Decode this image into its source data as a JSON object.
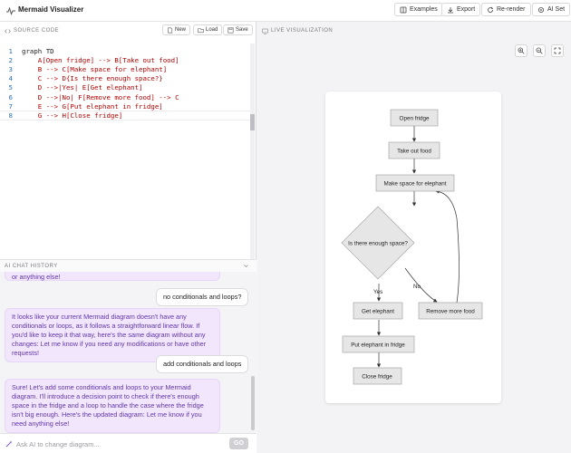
{
  "header": {
    "title": "Mermaid Visualizer",
    "buttons": {
      "examples": "Examples",
      "export": "Export",
      "rerender": "Re-render",
      "aiset": "AI Set"
    }
  },
  "source": {
    "label": "SOURCE CODE",
    "buttons": {
      "new": "New",
      "load": "Load",
      "save": "Save"
    },
    "lines": [
      {
        "n": "1",
        "text": "graph TD"
      },
      {
        "n": "2",
        "text": "    A[Open fridge] --> B[Take out food]"
      },
      {
        "n": "3",
        "text": "    B --> C[Make space for elephant]"
      },
      {
        "n": "4",
        "text": "    C --> D{Is there enough space?}"
      },
      {
        "n": "5",
        "text": "    D -->|Yes| E[Get elephant]"
      },
      {
        "n": "6",
        "text": "    D -->|No| F[Remove more food] --> C"
      },
      {
        "n": "7",
        "text": "    E --> G[Put elephant in fridge]"
      },
      {
        "n": "8",
        "text": "    G --> H[Close fridge]"
      }
    ]
  },
  "chat": {
    "label": "AI CHAT HISTORY",
    "messages": {
      "ai_top": "or anything else!",
      "user1": "no conditionals and loops?",
      "ai1": "It looks like your current Mermaid diagram doesn't have any conditionals or loops, as it follows a straightforward linear flow. If you'd like to keep it that way, here's the same diagram without any changes: Let me know if you need any modifications or have other requests!",
      "user2": "add conditionals and loops",
      "ai2": "Sure! Let's add some conditionals and loops to your Mermaid diagram. I'll introduce a decision point to check if there's enough space in the fridge and a loop to handle the case where the fridge isn't big enough. Here's the updated diagram: Let me know if you need anything else!"
    },
    "input_placeholder": "Ask AI to change diagram...",
    "send_label": "GO"
  },
  "visual": {
    "label": "LIVE VISUALIZATION",
    "nodes": {
      "A": "Open fridge",
      "B": "Take out food",
      "C": "Make space for elephant",
      "D": "Is there enough space?",
      "E": "Get elephant",
      "F": "Remove more food",
      "G": "Put elephant in fridge",
      "H": "Close fridge"
    },
    "edges": {
      "yes": "Yes",
      "no": "No"
    }
  },
  "colors": {
    "accent_purple": "#6236a8",
    "ai_bubble_bg": "#f1e6fb",
    "line_number": "#2f6fb3",
    "code_text": "#b30000",
    "node_fill": "#e6e6e6"
  }
}
